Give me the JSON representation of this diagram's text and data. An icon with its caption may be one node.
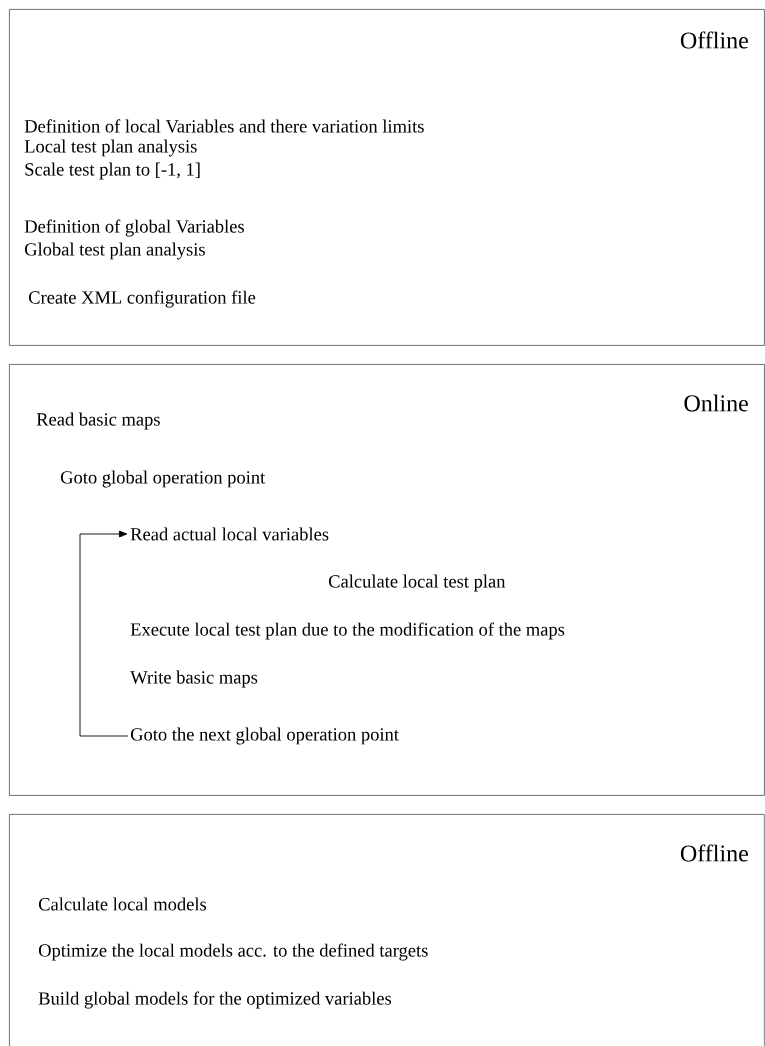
{
  "diagram": {
    "nodes": [
      {
        "text": [
          "Offline"
        ]
      },
      {
        "text": [
          "Definition of  local Variables and there variation limits"
        ],
        "in": 0
      },
      {
        "text": [
          "Local test plan analysis"
        ],
        "in": 0
      },
      {
        "text": [
          "Scale test plan to [-1, 1]"
        ],
        "in": 0
      },
      {
        "text": [
          "Definition of global Variables"
        ],
        "in": 0
      },
      {
        "text": [
          "Global test plan analysis"
        ],
        "in": 0
      },
      {
        "text": [
          "Create XML configuration file"
        ],
        "in": 0
      },
      {
        "text": [
          "Online"
        ]
      },
      {
        "text": [
          "Read basic maps"
        ],
        "in": 7
      },
      {
        "text": [
          "Goto global operation point"
        ],
        "in": 7
      },
      {
        "text": [
          "Read actual local variables"
        ],
        "in": 7
      },
      {
        "text": [
          "Calculate local test plan"
        ],
        "in": 7
      },
      {
        "text": [
          "Execute local test plan due to the modification of the maps"
        ],
        "in": 7
      },
      {
        "text": [
          "Write basic maps"
        ],
        "in": 7
      },
      {
        "text": [
          "Goto the next global operation point"
        ],
        "in": 7
      },
      {
        "text": [
          "Offline"
        ]
      },
      {
        "text": [
          "Calculate local models"
        ],
        "in": 15
      },
      {
        "text": [
          "Optimize the local models acc. to the defined targets"
        ],
        "in": 15
      },
      {
        "text": [
          "Build global models for the optimized variables"
        ],
        "in": 15
      }
    ],
    "edges": [
      {
        "from": 14,
        "to": 10,
        "arrow": "to"
      }
    ]
  }
}
